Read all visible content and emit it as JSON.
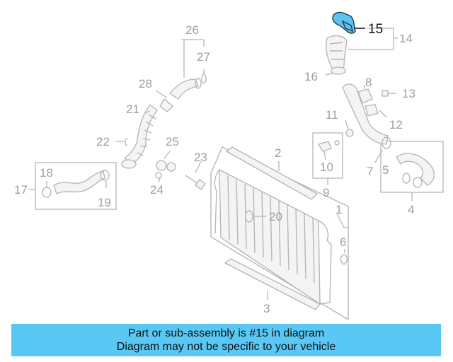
{
  "callouts": [
    "1",
    "2",
    "3",
    "4",
    "5",
    "6",
    "7",
    "8",
    "9",
    "10",
    "11",
    "12",
    "13",
    "14",
    "15",
    "16",
    "17",
    "18",
    "19",
    "20",
    "21",
    "22",
    "23",
    "24",
    "25",
    "26",
    "27",
    "28"
  ],
  "highlighted_part": "15",
  "colors": {
    "highlight": "#5cc3ec",
    "banner": "#5ac8f5",
    "line": "#b7b7b7",
    "label": "#9e9e9e"
  },
  "banner": {
    "line1": "Part or sub-assembly is #15 in diagram",
    "line2": "Diagram may not be specific to your vehicle"
  }
}
